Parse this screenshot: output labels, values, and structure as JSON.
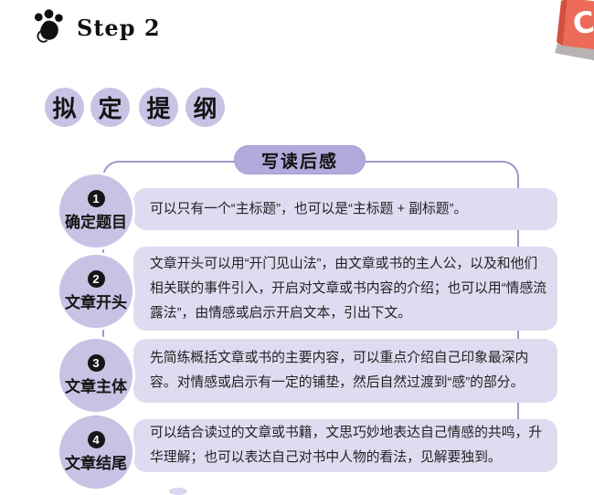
{
  "header": {
    "step_label": "Step 2"
  },
  "brand": {
    "letter": "C"
  },
  "title_circles": [
    "拟",
    "定",
    "提",
    "纲"
  ],
  "banner": {
    "label": "写读后感"
  },
  "outline": {
    "items": [
      {
        "num": "1",
        "title": "确定题目",
        "text": "可以只有一个“主标题”，也可以是“主标题 + 副标题”。"
      },
      {
        "num": "2",
        "title": "文章开头",
        "text": "文章开头可以用“开门见山法”，由文章或书的主人公，以及和他们相关联的事件引入，开启对文章或书内容的介绍；也可以用“情感流露法”，由情感或启示开启文本，引出下文。"
      },
      {
        "num": "3",
        "title": "文章主体",
        "text": "先简练概括文章或书的主要内容，可以重点介绍自己印象最深内容。对情感或启示有一定的铺垫，然后自然过渡到“感”的部分。"
      },
      {
        "num": "4",
        "title": "文章结尾",
        "text": "可以结合读过的文章或书籍，文思巧妙地表达自己情感的共鸣，升华理解；也可以表达自己对书中人物的看法，见解要独到。"
      }
    ]
  },
  "icons": {
    "paw": "paw-icon",
    "brand_cube": "cube-logo-icon"
  },
  "colors": {
    "circle_fill": "#c8c2e4",
    "box_fill": "#dfdcf1",
    "banner_fill": "#b2aadb",
    "frame_border": "#9e96cc",
    "badge_fill": "#161616",
    "brand_orange": "#ec6a58",
    "brand_orange_dark": "#d1503f",
    "brand_gray": "#b7b3b2",
    "text": "#222222"
  }
}
